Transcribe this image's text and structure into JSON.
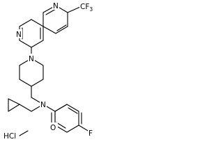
{
  "molecule": {
    "atoms": {
      "cf3": "CF",
      "cf3_sub": "3",
      "ring_n_top": "N",
      "ring_n_left": "N",
      "pip_n": "N",
      "amide_n": "N",
      "carbonyl_o": "O",
      "aryl_f": "F",
      "salt": "HCl"
    },
    "colors": {
      "bond": "#000000",
      "text": "#000000",
      "background": "#ffffff"
    }
  }
}
